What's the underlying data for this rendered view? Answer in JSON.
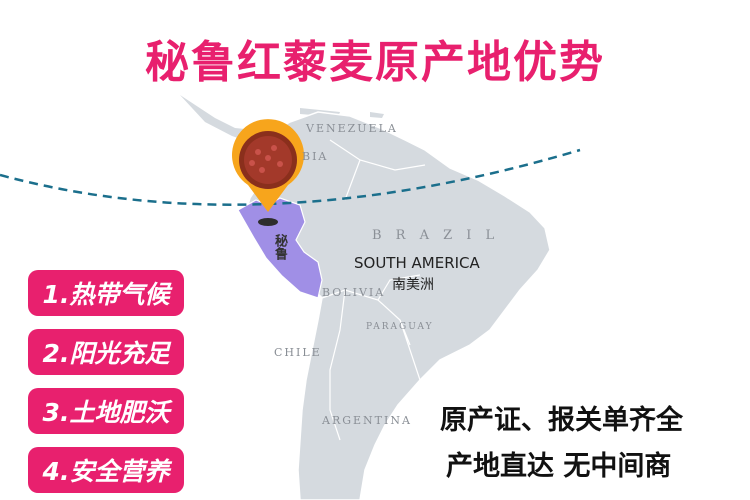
{
  "title": "秘鲁红藜麦原产地优势",
  "map": {
    "country_labels": {
      "venezuela": "VENEZUELA",
      "colombia": "BIA",
      "brazil": "B R A Z I L",
      "bolivia": "BOLIVIA",
      "paraguay": "PARAGUAY",
      "chile": "CHILE",
      "argentina": "ARGENTINA"
    },
    "continent_en": "SOUTH AMERICA",
    "continent_cn": "南美洲",
    "peru_label": "秘鲁",
    "colors": {
      "land": "#d5dadf",
      "peru": "#a08fe6",
      "equator": "#1b6f8c",
      "pin": "#f7a51c",
      "accent": "#e8206e"
    }
  },
  "badges": [
    "1.热带气候",
    "2.阳光充足",
    "3.土地肥沃",
    "4.安全营养"
  ],
  "notes": [
    "原产证、报关单齐全",
    "产地直达  无中间商"
  ]
}
